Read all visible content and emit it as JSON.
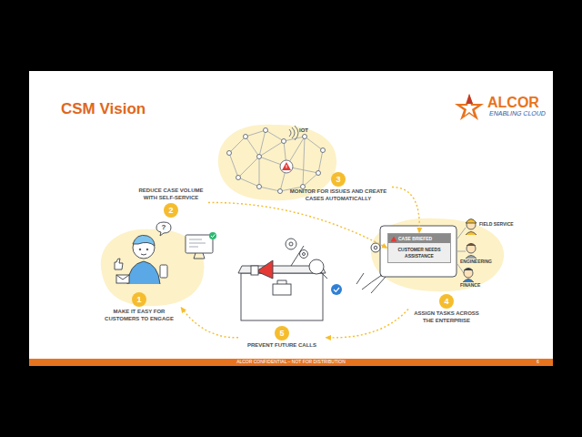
{
  "diagram": {
    "title": "CSM Vision",
    "nodes": [
      {
        "text": [
          "1",
          "MAKE IT EASY FOR CUSTOMERS TO ENGAGE"
        ]
      },
      {
        "text": [
          "2",
          "REDUCE CASE VOLUME WITH SELF-SERVICE"
        ]
      },
      {
        "text": [
          "3",
          "MONITOR FOR ISSUES AND CREATE CASES AUTOMATICALLY"
        ]
      },
      {
        "text": [
          "4",
          "ASSIGN TASKS ACROSS THE ENTERPRISE"
        ]
      },
      {
        "text": [
          "5",
          "PREVENT FUTURE CALLS"
        ]
      },
      {
        "text": [
          "CASE BRIEFED",
          "CUSTOMER NEEDS ASSISTANCE"
        ]
      }
    ],
    "edges": [
      {
        "from": 1,
        "to": 5,
        "arrow": "to"
      },
      {
        "from": 2,
        "to": 5,
        "arrow": "to"
      },
      {
        "from": 3,
        "to": 4,
        "arrow": "to"
      },
      {
        "from": 4,
        "to": 0,
        "arrow": "to"
      }
    ],
    "labels": [
      "IOT",
      "?",
      "FIELD SERVICE",
      "ENGINEERING",
      "FINANCE",
      "ALCOR",
      "ENABLING CLOUD",
      "ALCOR CONFIDENTIAL – NOT FOR DISTRIBUTION",
      "6"
    ]
  }
}
